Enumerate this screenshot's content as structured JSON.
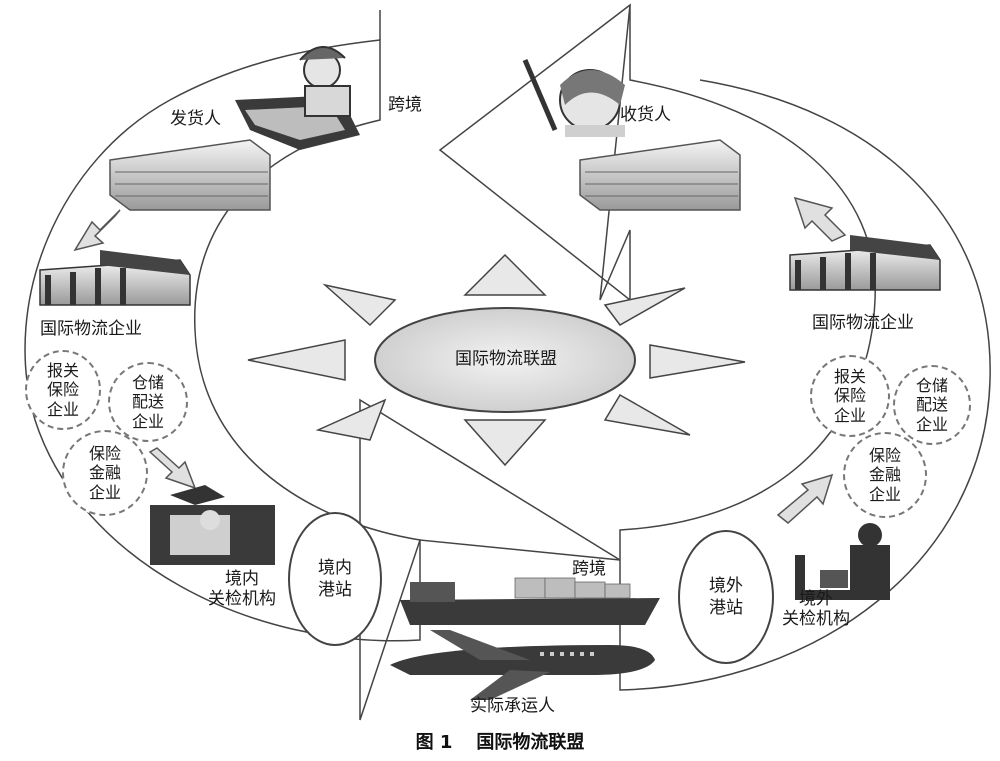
{
  "caption": {
    "figure_number": "图 1",
    "title": "国际物流联盟"
  },
  "center": {
    "label": "国际物流联盟"
  },
  "left_side": {
    "shipper": "发货人",
    "cross_border": "跨境",
    "logistics_company": "国际物流企业",
    "circles": [
      "报关\n保险\n企业",
      "仓储\n配送\n企业",
      "保险\n金融\n企业"
    ],
    "inspection": "境内\n关检机构",
    "port": "境内\n港站"
  },
  "right_side": {
    "consignee": "收货人",
    "logistics_company": "国际物流企业",
    "circles": [
      "报关\n保险\n企业",
      "仓储\n配送\n企业",
      "保险\n金融\n企业"
    ],
    "inspection": "境外\n关检机构",
    "port": "境外\n港站"
  },
  "bottom": {
    "cross_border": "跨境",
    "carrier": "实际承运人"
  },
  "colors": {
    "line": "#444444",
    "fill_light": "#e6e6e6",
    "fill_mid": "#cfcfcf",
    "dark": "#333333"
  },
  "icons": [
    "shipper-person-icon",
    "consignee-person-icon",
    "warehouse-building-icon",
    "logistics-building-icon",
    "customs-officer-icon",
    "customs-desk-icon",
    "cargo-ship-icon",
    "airplane-icon",
    "flow-arrow-icon",
    "sun-ray-icon"
  ]
}
